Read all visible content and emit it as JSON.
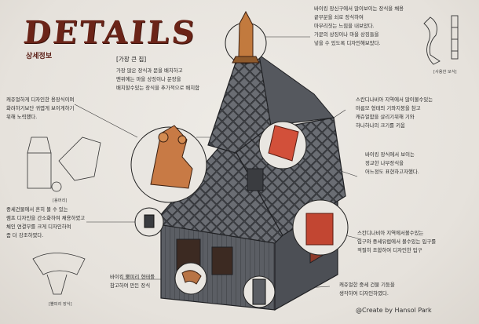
{
  "title": "DETAILS",
  "subtitle": "상세정보",
  "notes": {
    "top_right": "바이킹 장신구에서 많이보이는 장식을 채용\n끝부분을 쇠로 장식하여\n마무리짓는 느낌을 내보았다.\n가문의 상징이나 마을 상징들을\n넣을 수 있도록 디자인해보았다.",
    "largest_house_heading": "[가장 큰 집]",
    "largest_house": "가장 많은 장식과 문을 배치하고\n맨위에는 마을 상징이나 문장을\n배치할수있는 장식을 추가적으로 배치함",
    "left_dragon": "캐쥬얼하게 디자인한 용장식이며\n화려하기보단 귀엽게 보이게하기\n위해 노력했다.",
    "left_lamp": "중세건물에서 흔히 볼 수 있는\n램프 디자인을 간소화하여 채용하였고\n체인 연결부를 크게 디자인하여\n좀 더 강조하였다.",
    "bottom_horn": "바이킹 뿔피리 형태를\n참고하여 만든 장식",
    "right_roof": "스칸디나비아 지역에서 많이볼수있는\n마름모 형태의 기와지붕을 참고\n캐쥬얼함을 살리기위해 기와\n하나하나의 크기를 키움",
    "right_wood": "바이킹 장식에서 보이는\n정교한 나무장식을\n어느정도 표현하고자했다.",
    "right_entrance": "스칸디나비아 지역에서볼수있는\n입구와 중세유럽에서 볼수있는 입구를\n적절히 조합하여 디자인한 입구",
    "bottom_right": "캐쥬얼한 중세 건물 기둥을\n생각하여 디자인하였다."
  },
  "captions": {
    "spearhead": "[사용한 모식]",
    "dragon_sketch": "[용머리]",
    "horn": "[뿔피리 장식]"
  },
  "credit": "@Create by Hansol Park"
}
